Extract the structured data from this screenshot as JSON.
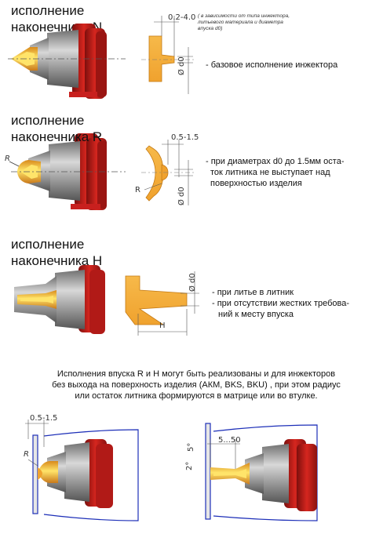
{
  "sections": {
    "n": {
      "title_line1": "исполнение",
      "title_line2": "наконечника N",
      "dim_top": "0.2-4.0",
      "dim_note": "( в зависимости от типа инжектора, литьевого материала и диаметра впуска d0)",
      "dim_d0": "Ø d0",
      "note": "- базовое исполнение инжектора"
    },
    "r": {
      "title_line1": "исполнение",
      "title_line2": "наконечника R",
      "dim_top": "0.5-1.5",
      "dim_r": "R",
      "dim_r_left": "R",
      "dim_d0": "Ø d0",
      "note_line1": "- при диаметрах d0 до 1.5мм  оста-",
      "note_line2": "ток  литника не выступает над",
      "note_line3": "поверхностью  изделия"
    },
    "h": {
      "title_line1": "исполнение",
      "title_line2": "наконечника H",
      "dim_d0": "Ø d0",
      "dim_h": "H",
      "note_line1": "- при литье в литник",
      "note_line2": "- при отсутствии жестких требова-",
      "note_line3": "ний  к месту впуска"
    }
  },
  "bottom_text": {
    "line1": "Исполнения впуска R и H могут быть реализованы и для инжекторов",
    "line2": "без выхода на поверхность изделия (АКМ, BKS, BKU) , при этом радиус",
    "line3": "или остаток литника формируются в матрице или во втулке."
  },
  "bottom_left": {
    "dim_top": "0.5-1.5",
    "dim_r": "R"
  },
  "bottom_right": {
    "dim_top": "5...50",
    "dim_angle1": "2°",
    "dim_angle2": "5°"
  },
  "colors": {
    "red": "#c8201e",
    "dark_red": "#8a1210",
    "gray": "#8c8c8c",
    "light_gray": "#c4c4c4",
    "orange": "#f0a22e",
    "light_orange": "#f7c46a",
    "yellow": "#ffe46a",
    "blue": "#1d2fb8"
  }
}
